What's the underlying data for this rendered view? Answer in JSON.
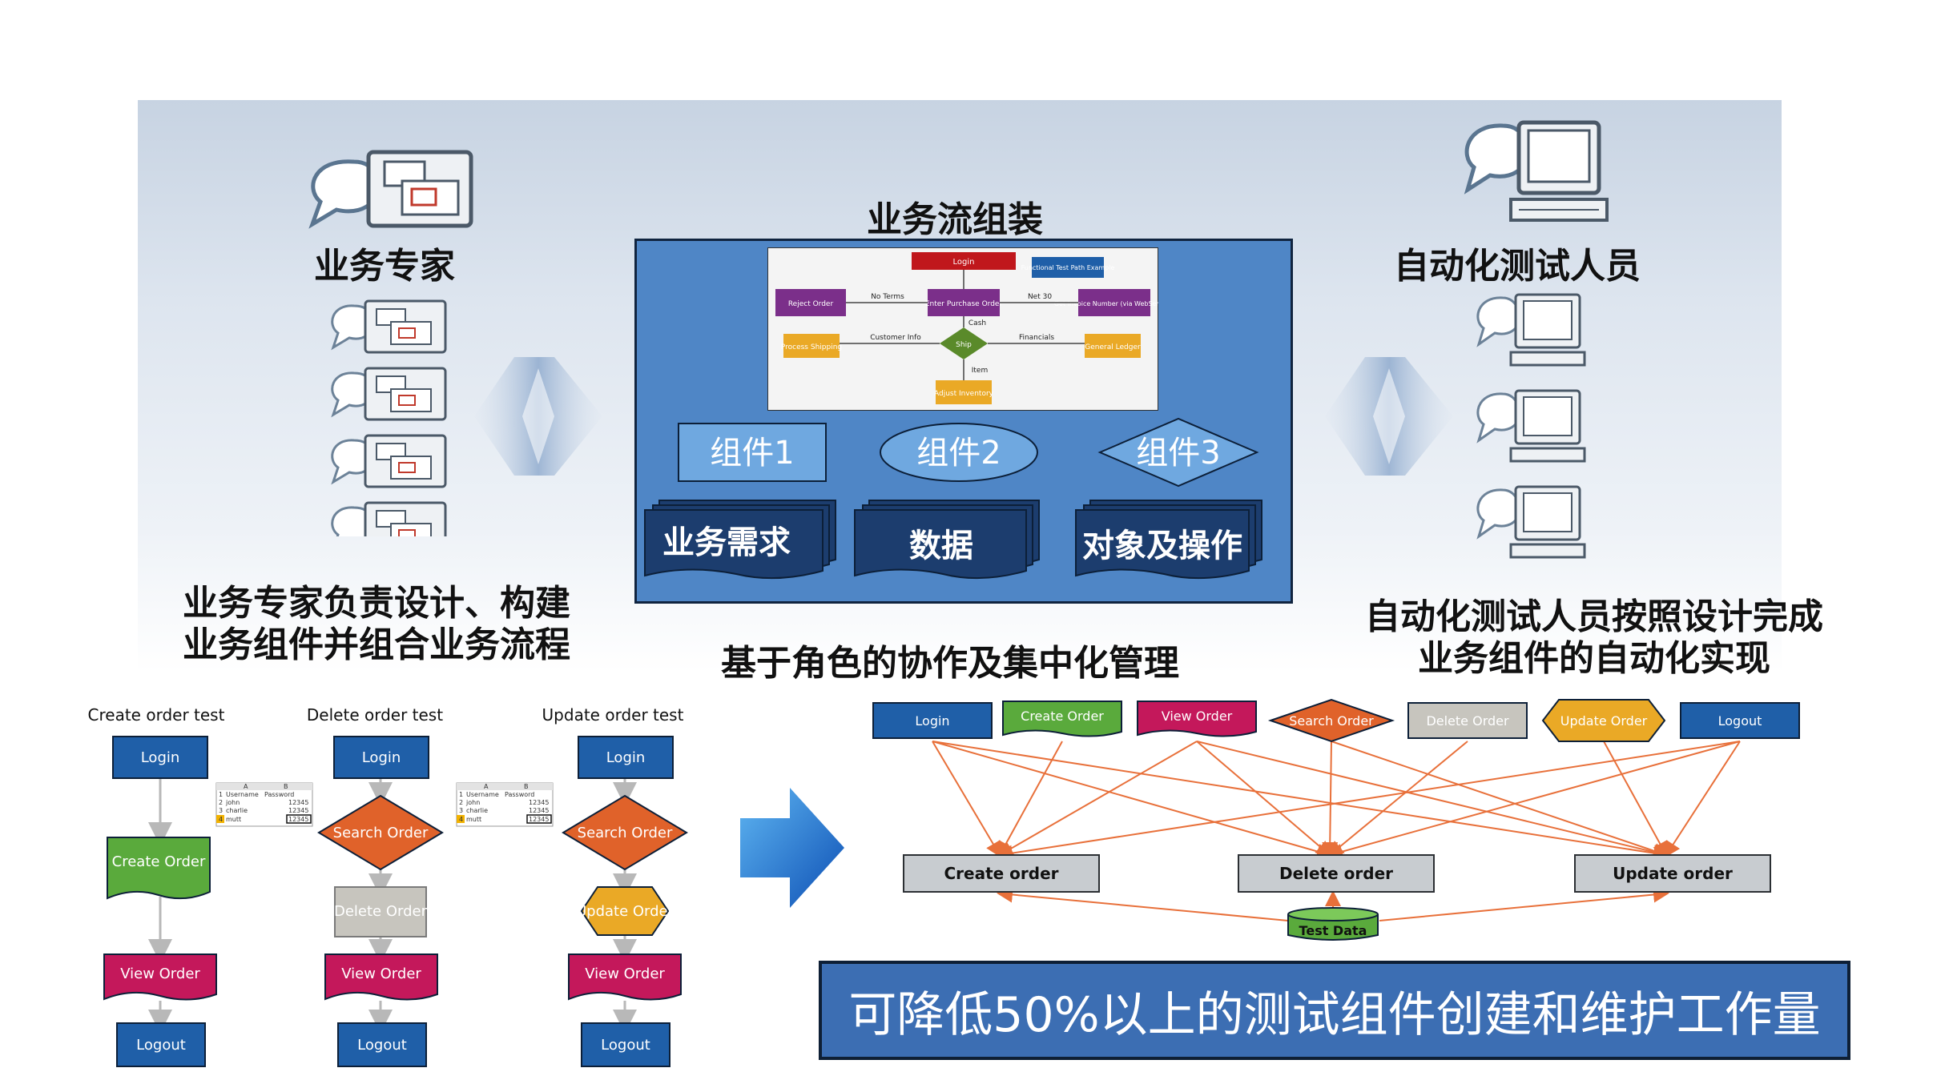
{
  "left_role": {
    "title": "业务专家",
    "desc_line1": "业务专家负责设计、构建",
    "desc_line2": "业务组件并组合业务流程"
  },
  "right_role": {
    "title": "自动化测试人员",
    "desc_line1": "自动化测试人员按照设计完成",
    "desc_line2": "业务组件的自动化实现"
  },
  "center": {
    "title": "业务流组装",
    "caption": "基于角色的协作及集中化管理",
    "components": [
      "组件1",
      "组件2",
      "组件3"
    ],
    "stacks": [
      "业务需求",
      "数据",
      "对象及操作"
    ],
    "flow": {
      "login": "Login",
      "functional_test": "Functional Test Path Example",
      "reject": "Reject Order",
      "enter_po": "Enter Purchase Order",
      "invoice": "Get Invoice Number (via WebService)",
      "process": "Process Shipping",
      "ship": "Ship",
      "ledger": "General Ledger",
      "adjust": "Adjust Inventory",
      "lbl_noterms": "No Terms",
      "lbl_net30": "Net 30",
      "lbl_cash": "Cash",
      "lbl_custinfo": "Customer Info",
      "lbl_financials": "Financials",
      "lbl_item": "Item"
    }
  },
  "tests": {
    "create": {
      "title": "Create order test",
      "steps": [
        "Login",
        "Create Order",
        "View Order",
        "Logout"
      ]
    },
    "delete": {
      "title": "Delete order test",
      "steps": [
        "Login",
        "Search Order",
        "Delete Order",
        "View Order",
        "Logout"
      ]
    },
    "update": {
      "title": "Update order test",
      "steps": [
        "Login",
        "Search Order",
        "Update Order",
        "View Order",
        "Logout"
      ]
    },
    "sheet": {
      "cols": [
        "A",
        "B"
      ],
      "rows": [
        [
          "Username",
          "Password"
        ],
        [
          "john",
          "12345"
        ],
        [
          "charlie",
          "12345"
        ],
        [
          "mutt",
          "12345"
        ]
      ]
    }
  },
  "reuse": {
    "components": [
      "Login",
      "Create Order",
      "View Order",
      "Search Order",
      "Delete Order",
      "Update Order",
      "Logout"
    ],
    "tests": [
      "Create order",
      "Delete order",
      "Update order"
    ],
    "data": "Test Data"
  },
  "banner": "可降低50%以上的测试组件创建和维护工作量",
  "colors": {
    "blue": "#1f5fa8",
    "green": "#5aaa3c",
    "magenta": "#c4185b",
    "orange": "#e0622a",
    "gray": "#c7c5be",
    "yellow": "#eaa926",
    "arrow": "#e8703a",
    "panel": "#4f86c6"
  }
}
